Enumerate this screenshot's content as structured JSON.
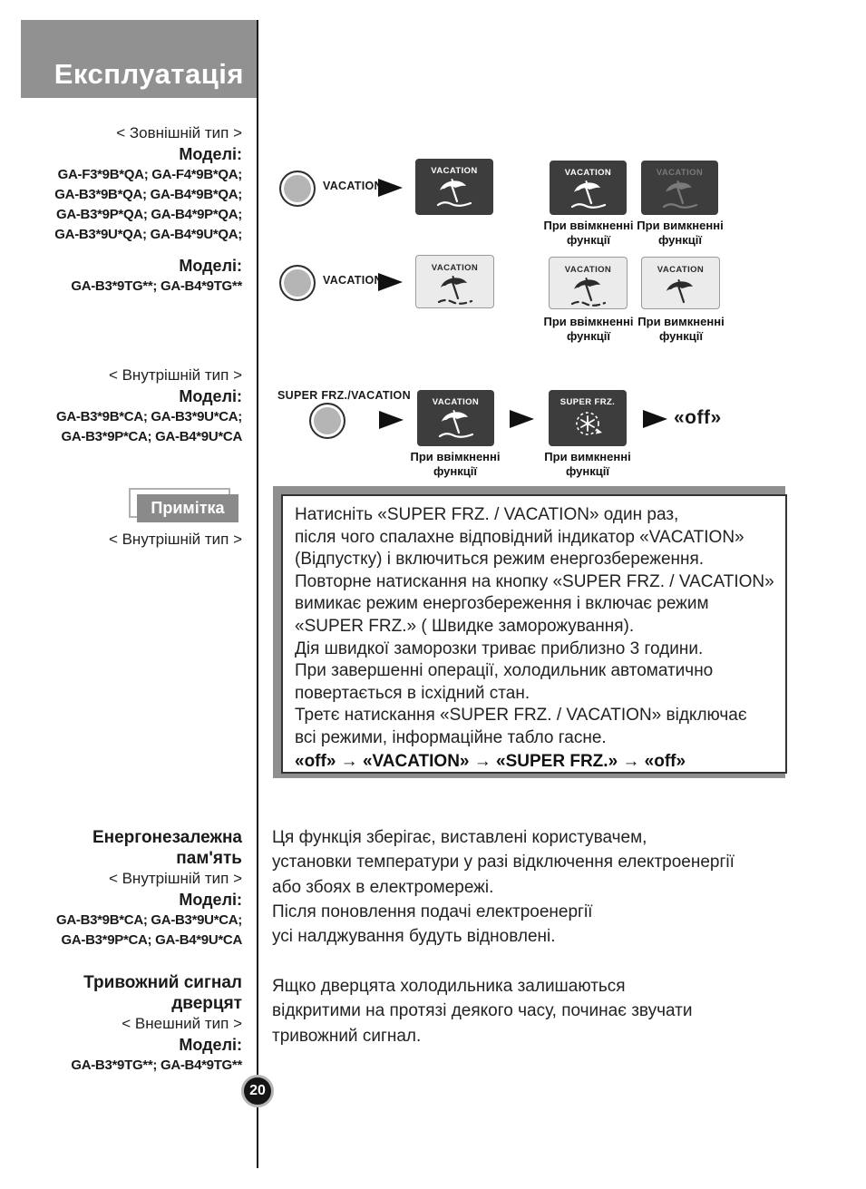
{
  "header": {
    "title": "Експлуатація"
  },
  "left_column": {
    "external": {
      "type_label": "< Зовнішній тип >",
      "models_label": "Моделі:",
      "model_lines": [
        "GA-F3*9B*QA;  GA-F4*9B*QA;",
        "GA-B3*9B*QA;  GA-B4*9B*QA;",
        "GA-B3*9P*QA;  GA-B4*9P*QA;",
        "GA-B3*9U*QA;  GA-B4*9U*QA;"
      ]
    },
    "tg": {
      "models_label": "Моделі:",
      "model_line": "GA-B3*9TG**;  GA-B4*9TG**"
    },
    "internal": {
      "type_label": "< Внутрішній тип >",
      "models_label": "Моделі:",
      "model_lines": [
        "GA-B3*9B*CA;  GA-B3*9U*CA;",
        "GA-B3*9P*CA;  GA-B4*9U*CA"
      ]
    }
  },
  "rows": {
    "row1": {
      "button_label": "VACATION",
      "display_title": "VACATION",
      "caption_on": "При ввімкненні функції",
      "caption_off": "При вимкненні функції"
    },
    "row2": {
      "button_label": "VACATION",
      "display_title": "VACATION",
      "caption_on": "При ввімкненні функції",
      "caption_off": "При вимкненні функції"
    },
    "row3": {
      "button_label": "SUPER FRZ./VACATION",
      "display1_title": "VACATION",
      "display2_title": "SUPER FRZ.",
      "caption_on": "При ввімкненні функції",
      "caption_off": "При вимкненні функції",
      "off_text": "«off»"
    }
  },
  "note": {
    "label": "Примітка",
    "type_label": "< Внутрішній тип >",
    "body_lines": [
      "Натисніть «SUPER FRZ. / VACATION» один раз,",
      "після чого спалахне відповідний індикатор «VACATION»",
      "(Відпустку) і включиться режим енергозбереження.",
      "Повторне натискання на кнопку «SUPER FRZ. / VACATION»",
      "вимикає режим енергозбереження і включає режим",
      "«SUPER FRZ.» ( Швидке заморожування).",
      "Дія швидкої заморозки триває приблизно 3 години.",
      "При завершенні операції, холодильник автоматично",
      "повертається в ісхідний стан.",
      "Третє натискання «SUPER FRZ. / VACATION» відключає",
      "всі режими, інформаційне табло гасне."
    ],
    "sequence_line": "«off»  →  «VACATION»  →  «SUPER FRZ.»  →  «off»"
  },
  "memory": {
    "title": "Енергонезалежна пам'ять",
    "type_label": "< Внутрішній тип >",
    "models_label": "Моделі:",
    "model_lines": [
      "GA-B3*9B*CA;  GA-B3*9U*CA;",
      "GA-B3*9P*CA;  GA-B4*9U*CA"
    ],
    "body_lines": [
      "Ця функція зберігає, виставлені користувачем,",
      "установки температури у разі відключення електроенергії",
      "або збоях в електромережі.",
      "Після поновлення подачі електроенергії",
      "усі  налджування  будуть відновлені."
    ]
  },
  "door_alarm": {
    "title": "Тривожний сигнал дверцят",
    "type_label": "< Внешний тип >",
    "models_label": "Моделі:",
    "model_line": "GA-B3*9TG**;  GA-B4*9TG**",
    "body_lines": [
      "Ящко дверцята холодильника залишаються",
      "відкритими на протязі деякого часу, починає звучати",
      "тривожний сигнал."
    ]
  },
  "footer": {
    "page_number": "20"
  },
  "icons": {
    "vacation": "beach-umbrella-icon",
    "super_frz": "snowflake-cycle-icon",
    "arrow": "right-triangle-arrow"
  },
  "colors": {
    "header_gray": "#919191",
    "display_dark": "#3d3d3d",
    "display_light": "#ebebeb",
    "dim_gray": "#7a7a7a",
    "note_shadow": "#8f8f8f",
    "page_circle": "#151515"
  }
}
